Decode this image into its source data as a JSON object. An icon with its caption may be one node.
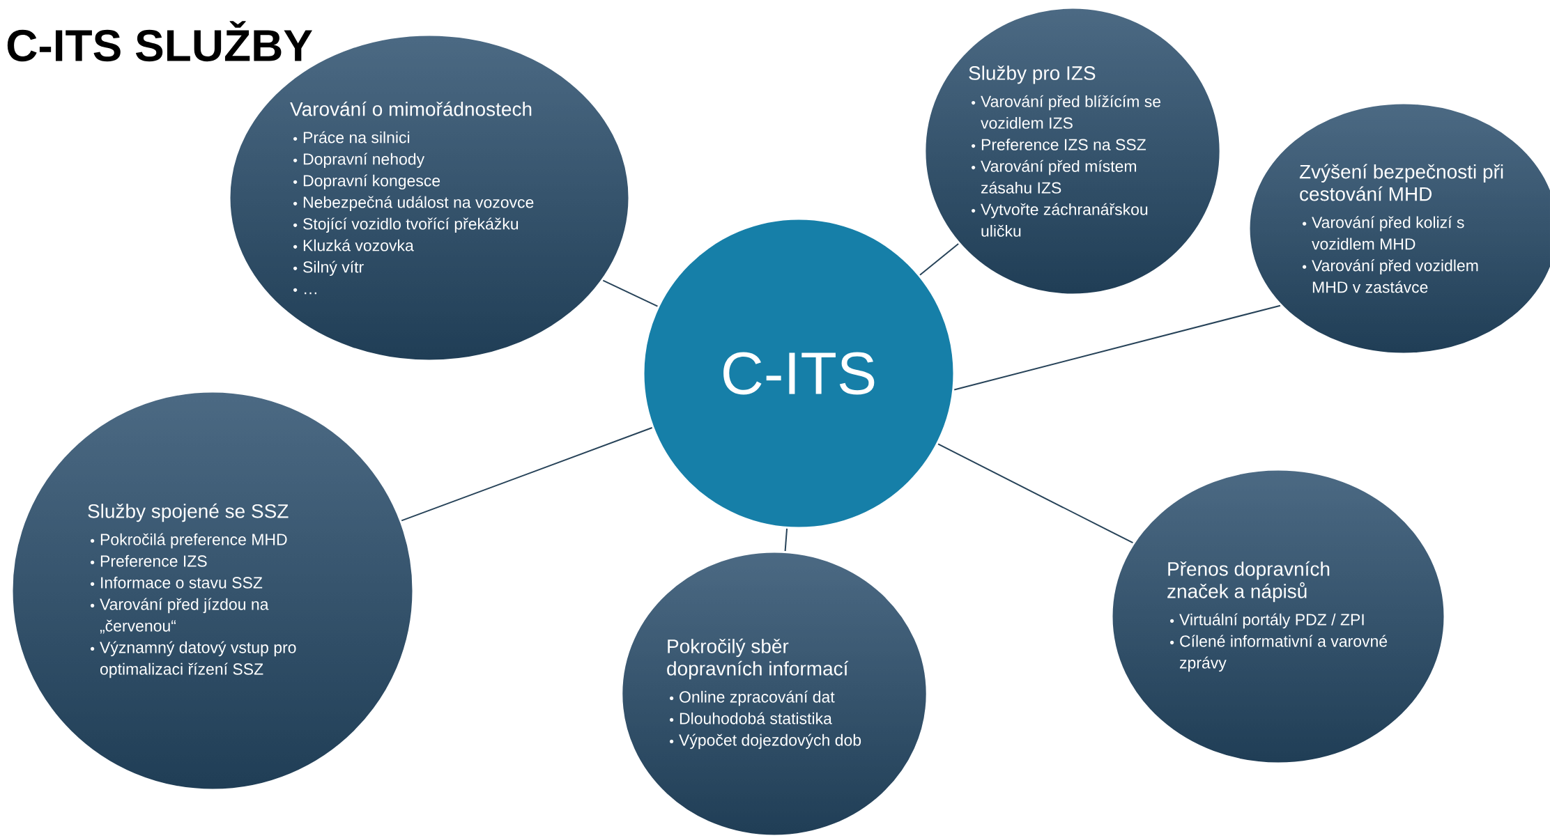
{
  "diagram": {
    "title": "C-ITS SLUŽBY",
    "nodes": [
      {
        "text": [
          "Varování o mimořádnostech",
          "Práce na silnici",
          "Dopravní nehody",
          "Dopravní kongesce",
          "Nebezpečná událost na vozovce",
          "Stojící vozidlo tvořící překážku",
          "Kluzká vozovka",
          "Silný vítr",
          "…"
        ]
      },
      {
        "text": [
          "Služby pro IZS",
          "Varování před blížícím se vozidlem IZS",
          "Preference IZS na SSZ",
          "Varování před místem zásahu IZS",
          "Vytvořte záchranářskou uličku"
        ]
      },
      {
        "text": [
          "Zvýšení bezpečnosti při cestování MHD",
          "Varování před kolizí s vozidlem MHD",
          "Varování před vozidlem MHD v zastávce"
        ]
      },
      {
        "text": [
          "C-ITS"
        ]
      },
      {
        "text": [
          "Služby spojené se SSZ",
          "Pokročilá preference MHD",
          "Preference IZS",
          "Informace o stavu SSZ",
          "Varování před jízdou na „červenou“",
          "Významný datový vstup pro optimalizaci řízení SSZ"
        ]
      },
      {
        "text": [
          "Pokročilý sběr dopravních informací",
          "Online zpracování dat",
          "Dlouhodobá statistika",
          "Výpočet dojezdových dob"
        ]
      },
      {
        "text": [
          "Přenos dopravních značek a nápisů",
          "Virtuální portály PDZ / ZPI",
          "Cílené informativní a varovné zprávy"
        ]
      }
    ],
    "edges": [
      {
        "from": 3,
        "to": 0,
        "arrow": "none"
      },
      {
        "from": 3,
        "to": 1,
        "arrow": "none"
      },
      {
        "from": 3,
        "to": 2,
        "arrow": "none"
      },
      {
        "from": 3,
        "to": 4,
        "arrow": "none"
      },
      {
        "from": 3,
        "to": 5,
        "arrow": "none"
      },
      {
        "from": 3,
        "to": 6,
        "arrow": "none"
      }
    ]
  }
}
